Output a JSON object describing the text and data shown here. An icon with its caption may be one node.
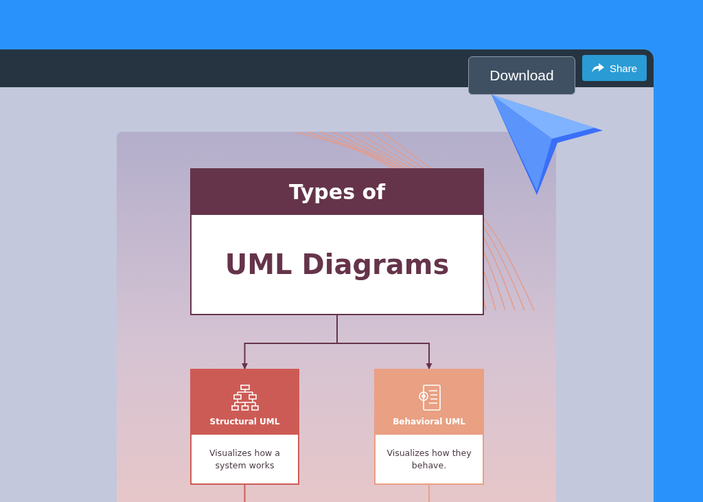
{
  "diagram": {
    "nodes": [
      {
        "text": [
          "Types of",
          "UML Diagrams"
        ]
      },
      {
        "text": [
          "Structural UML",
          "Visualizes how a system works"
        ]
      },
      {
        "text": [
          "Behavioral UML",
          "Visualizes how they behave."
        ]
      }
    ],
    "edges": [
      {
        "from": 0,
        "to": 1,
        "arrow": "to"
      },
      {
        "from": 0,
        "to": 2,
        "arrow": "to"
      },
      {
        "from": 1,
        "to": null,
        "arrow": "none",
        "color": "#cd5b55"
      },
      {
        "from": 2,
        "to": null,
        "arrow": "none",
        "color": "#e9a083"
      }
    ],
    "labels": [
      "Download",
      "Share"
    ]
  }
}
